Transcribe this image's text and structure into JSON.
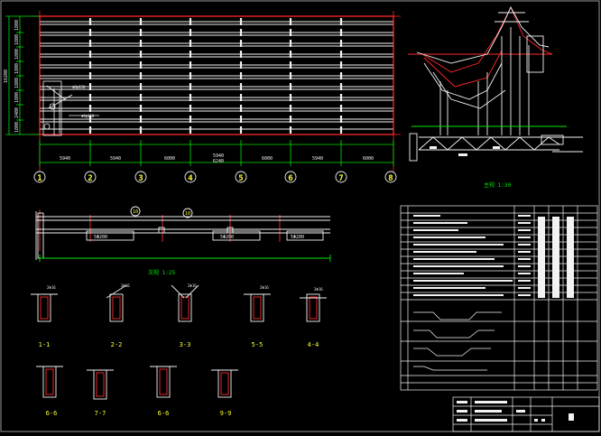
{
  "drawing": {
    "background": "#000000",
    "colors": {
      "red": "#ff2a2a",
      "green": "#00e600",
      "white": "#f2f2f2",
      "yellow": "#ffff33",
      "frame": "#cfcfcf"
    },
    "grid_axes": [
      "1",
      "2",
      "3",
      "4",
      "5",
      "6",
      "7",
      "8"
    ],
    "plan_left_dims": [
      "1800",
      "1800",
      "1800",
      "1800",
      "1800",
      "1800",
      "2400",
      "1800"
    ],
    "plan_left_total": "16200",
    "plan_bottom_dims": [
      "5940",
      "5940",
      "6000",
      "5940",
      "6000",
      "5940",
      "6000"
    ],
    "plan_bottom_total": "6240",
    "elevation_title": "主视 1:30",
    "section_title": "次视 1:25",
    "section_markers": [
      "10",
      "10"
    ],
    "section_notes": [
      "5Φ200",
      "5Φ200",
      "5Φ200"
    ],
    "detail_labels": [
      "1-1",
      "2-2",
      "3-3",
      "5-5",
      "4-4",
      "6-6",
      "7-7",
      "6-6",
      "9-9"
    ],
    "detail_rebar_labels": [
      "2Φ16",
      "2Φ16",
      "2Φ16",
      "2Φ16",
      "2Φ16"
    ]
  }
}
